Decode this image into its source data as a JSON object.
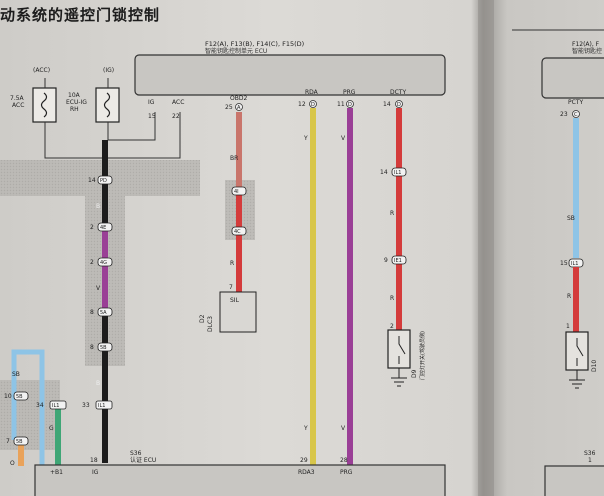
{
  "page_title": "动系统的遥控门锁控制",
  "ecu_top": {
    "connectors": "F12(A), F13(B), F14(C), F15(D)",
    "name": "智能钥匙控制单元 ECU",
    "pins": [
      {
        "label": "IG",
        "num": "15"
      },
      {
        "label": "ACC",
        "num": "22"
      },
      {
        "label": "OBD2",
        "num": "25",
        "conn": "A"
      },
      {
        "label": "RDA",
        "num": "12",
        "conn": "D"
      },
      {
        "label": "PRG",
        "num": "11",
        "conn": "D"
      },
      {
        "label": "DCTY",
        "num": "14",
        "conn": "D"
      }
    ]
  },
  "fuses": [
    {
      "tag": "(ACC)",
      "rating": "7.5A",
      "name": "ACC"
    },
    {
      "tag": "(IG)",
      "rating": "10A",
      "name": "ECU-IG",
      "sub": "RH"
    }
  ],
  "wire_colors": {
    "B": "B",
    "V": "V",
    "BR": "BR",
    "R": "R",
    "Y": "Y",
    "SB": "SB",
    "G": "G",
    "O": "O"
  },
  "connectors": [
    {
      "pin": "14",
      "id": "PD"
    },
    {
      "pin": "2",
      "id": "4E"
    },
    {
      "pin": "2",
      "id": "4G"
    },
    {
      "pin": "8",
      "id": "5A"
    },
    {
      "pin": "8",
      "id": "5B"
    },
    {
      "pin": "",
      "id": "4I"
    },
    {
      "pin": "",
      "id": "4C"
    },
    {
      "pin": "14",
      "id": "IL1"
    },
    {
      "pin": "9",
      "id": "IE1"
    },
    {
      "pin": "10",
      "id": "5B"
    },
    {
      "pin": "7",
      "id": "5B"
    },
    {
      "pin": "34",
      "id": "IL1"
    },
    {
      "pin": "33",
      "id": "IL1"
    }
  ],
  "dlc3": {
    "pin": "7",
    "label": "SIL",
    "code": "D2",
    "name": "DLC3"
  },
  "door_switch": {
    "pin": "2",
    "code": "D9",
    "name": "门控灯开关(驾驶员侧)"
  },
  "ecu_bottom": {
    "code": "S36",
    "name": "认证 ECU",
    "pins": [
      {
        "num": "",
        "label": "+B1"
      },
      {
        "num": "18",
        "label": "IG"
      },
      {
        "num": "29",
        "label": "RDA3"
      },
      {
        "num": "28",
        "label": "PRG"
      }
    ]
  },
  "right_page": {
    "connectors": "F12(A), F",
    "name": "智能钥匙控",
    "pin_label": "PCTY",
    "pin_num": "23",
    "conn": "C",
    "wire1": "SB",
    "conn2": {
      "pin": "15",
      "id": "IL1"
    },
    "wire2": "R",
    "pin3": "1",
    "switch_code": "D10",
    "bottom_code": "S36",
    "bottom_pin": "1"
  }
}
